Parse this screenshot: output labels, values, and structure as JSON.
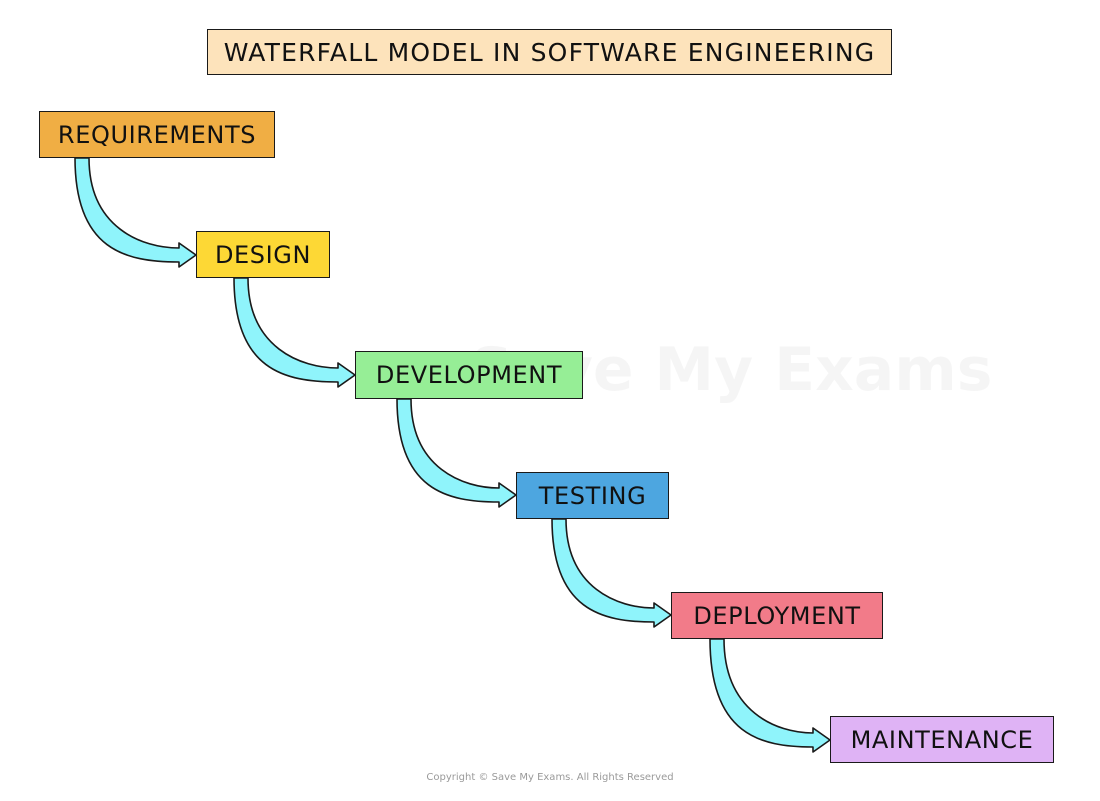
{
  "title": "WATERFALL MODEL IN SOFTWARE ENGINEERING",
  "colors": {
    "title_bg": "#fde3bb",
    "arrow_fill": "#8ff4fb",
    "outline": "#1a1a1a"
  },
  "stages": [
    {
      "label": "REQUIREMENTS",
      "color": "#f0ae44"
    },
    {
      "label": "DESIGN",
      "color": "#fdd835"
    },
    {
      "label": "DEVELOPMENT",
      "color": "#96ee96"
    },
    {
      "label": "TESTING",
      "color": "#4da6e0"
    },
    {
      "label": "DEPLOYMENT",
      "color": "#f27b89"
    },
    {
      "label": "MAINTENANCE",
      "color": "#dfb3f5"
    }
  ],
  "watermark": "Save My Exams",
  "copyright": "Copyright © Save My Exams. All Rights Reserved"
}
